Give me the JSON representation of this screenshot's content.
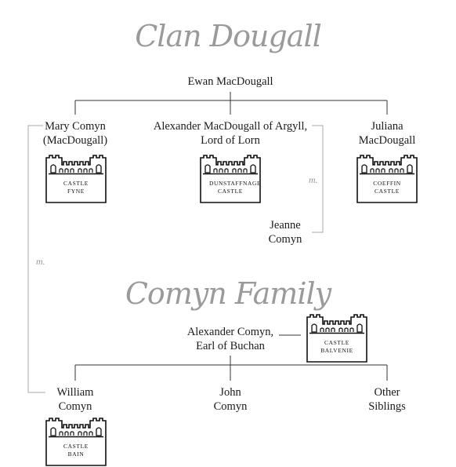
{
  "titles": {
    "clan": "Clan Dougall",
    "comyn": "Comyn Family"
  },
  "people": {
    "ewan": "Ewan MacDougall",
    "mary_line1": "Mary Comyn",
    "mary_line2": "(MacDougall)",
    "alexander_line1": "Alexander MacDougall of Argyll,",
    "alexander_line2": "Lord of Lorn",
    "juliana_line1": "Juliana",
    "juliana_line2": "MacDougall",
    "jeanne_line1": "Jeanne",
    "jeanne_line2": "Comyn",
    "alexander_comyn_line1": "Alexander Comyn,",
    "alexander_comyn_line2": "Earl of Buchan",
    "william_line1": "William",
    "william_line2": "Comyn",
    "john_line1": "John",
    "john_line2": "Comyn",
    "other_line1": "Other",
    "other_line2": "Siblings"
  },
  "marriage_label": "m.",
  "castles": {
    "fyne": [
      "Castle",
      "Fyne"
    ],
    "dunstaffnage": [
      "Dunstaffnage",
      "Castle"
    ],
    "coeffin": [
      "Coeffin",
      "Castle"
    ],
    "balvenie": [
      "Castle",
      "Balvenie"
    ],
    "bain": [
      "Castle",
      "Bain"
    ]
  },
  "colors": {
    "line": "#333333",
    "muted_line": "#aaaaaa",
    "title": "#9a9a9a"
  }
}
